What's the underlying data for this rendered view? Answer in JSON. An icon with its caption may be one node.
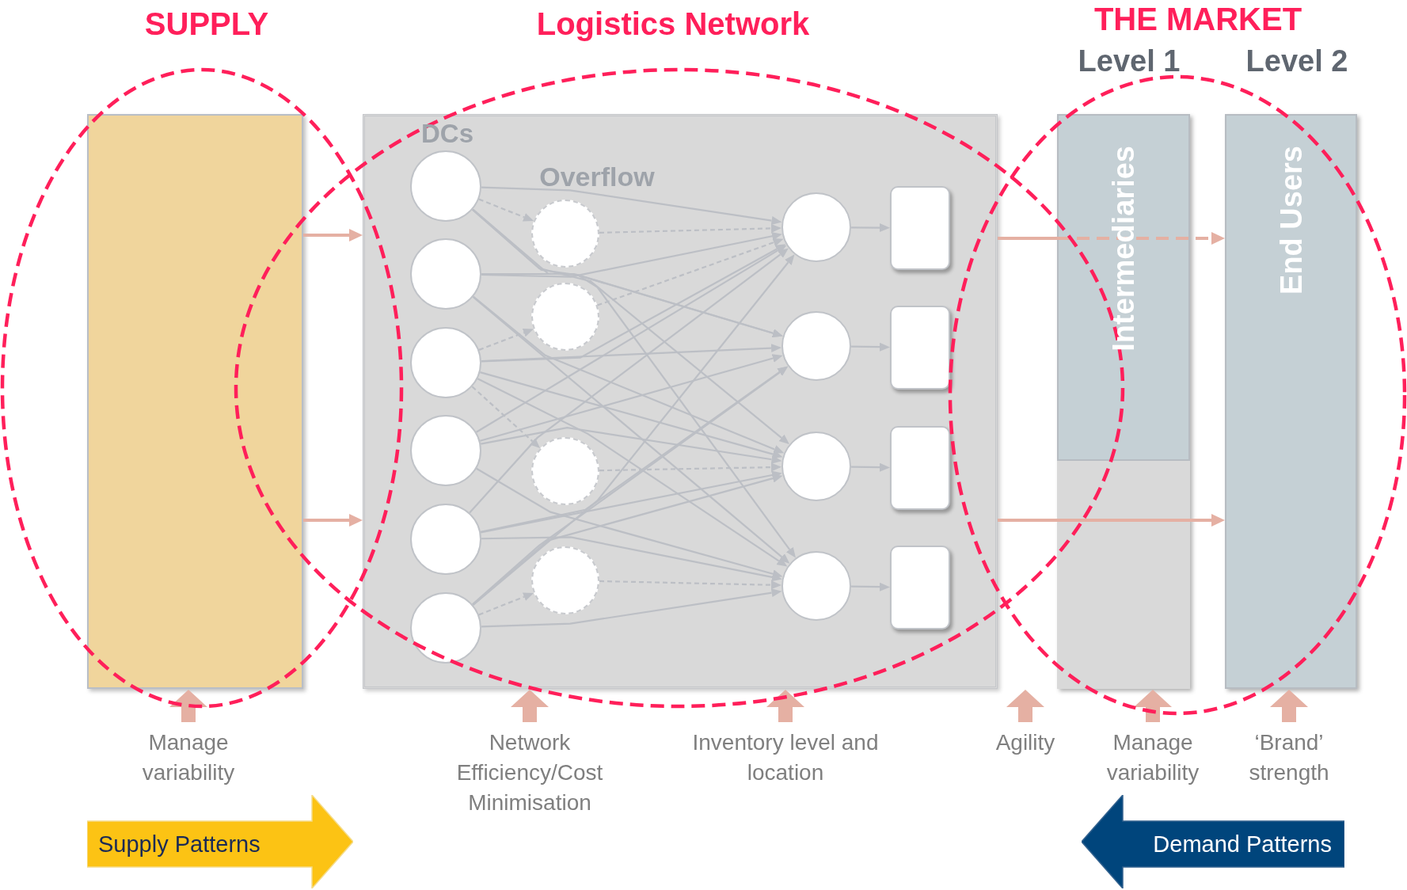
{
  "diagram": {
    "nodes": [
      {
        "text": [],
        "shape": "box"
      },
      {
        "text": [],
        "shape": "box"
      },
      {
        "text": [],
        "shape": "circle",
        "in": 1
      },
      {
        "text": [],
        "shape": "circle",
        "in": 1
      },
      {
        "text": [],
        "shape": "circle",
        "in": 1
      },
      {
        "text": [],
        "shape": "circle",
        "in": 1
      },
      {
        "text": [],
        "shape": "circle",
        "in": 1
      },
      {
        "text": [],
        "shape": "circle",
        "in": 1
      },
      {
        "text": [],
        "shape": "circle",
        "in": 1
      },
      {
        "text": [],
        "shape": "circle",
        "in": 1
      },
      {
        "text": [],
        "shape": "circle",
        "in": 1
      },
      {
        "text": [],
        "shape": "circle",
        "in": 1
      },
      {
        "text": [],
        "shape": "circle",
        "in": 1
      },
      {
        "text": [],
        "shape": "circle",
        "in": 1
      },
      {
        "text": [],
        "shape": "circle",
        "in": 1
      },
      {
        "text": [],
        "shape": "circle",
        "in": 1
      },
      {
        "text": [],
        "shape": "box",
        "in": 1
      },
      {
        "text": [],
        "shape": "box",
        "in": 1
      },
      {
        "text": [],
        "shape": "box",
        "in": 1
      },
      {
        "text": [],
        "shape": "box",
        "in": 1
      },
      {
        "text": [
          "Intermediaries"
        ]
      },
      {
        "text": [],
        "shape": "box",
        "in": 20
      },
      {
        "text": [
          "End Users"
        ]
      },
      {
        "text": [
          "Manage variability"
        ]
      },
      {
        "text": [
          "Network Efficiency/Cost Minimisation"
        ]
      },
      {
        "text": [
          "Inventory level and location"
        ]
      },
      {
        "text": [
          "Agility"
        ]
      },
      {
        "text": [
          "Manage variability"
        ]
      },
      {
        "text": [
          "‘Brand’ strength"
        ]
      },
      {
        "text": [
          "Supply Patterns"
        ]
      },
      {
        "text": [
          "Demand Patterns"
        ]
      }
    ],
    "edges": [
      {
        "from": 0,
        "to": 1,
        "arrow": "to",
        "color": "#e5b0a3"
      },
      {
        "from": 0,
        "to": 1,
        "arrow": "to",
        "color": "#e5b0a3"
      },
      {
        "from": 1,
        "to": 20,
        "arrow": "none",
        "color": "#e5b0a3"
      },
      {
        "from": 20,
        "to": 22,
        "arrow": "to",
        "style": "dashed",
        "color": "#e5b0a3"
      },
      {
        "from": 1,
        "to": 21,
        "arrow": "none",
        "color": "#e5b0a3"
      },
      {
        "from": 21,
        "to": 22,
        "arrow": "to",
        "color": "#e5b0a3"
      },
      {
        "from": 2,
        "to": 12,
        "arrow": "to"
      },
      {
        "from": 2,
        "to": 13,
        "arrow": "to"
      },
      {
        "from": 2,
        "to": 14,
        "arrow": "to"
      },
      {
        "from": 2,
        "to": 15,
        "arrow": "to"
      },
      {
        "from": 3,
        "to": 12,
        "arrow": "to"
      },
      {
        "from": 3,
        "to": 13,
        "arrow": "to"
      },
      {
        "from": 3,
        "to": 14,
        "arrow": "to"
      },
      {
        "from": 3,
        "to": 15,
        "arrow": "to"
      },
      {
        "from": 4,
        "to": 12,
        "arrow": "to"
      },
      {
        "from": 4,
        "to": 13,
        "arrow": "to"
      },
      {
        "from": 4,
        "to": 14,
        "arrow": "to"
      },
      {
        "from": 4,
        "to": 15,
        "arrow": "to"
      },
      {
        "from": 5,
        "to": 12,
        "arrow": "to"
      },
      {
        "from": 5,
        "to": 13,
        "arrow": "to"
      },
      {
        "from": 5,
        "to": 14,
        "arrow": "to"
      },
      {
        "from": 5,
        "to": 15,
        "arrow": "to"
      },
      {
        "from": 6,
        "to": 12,
        "arrow": "to"
      },
      {
        "from": 6,
        "to": 13,
        "arrow": "to"
      },
      {
        "from": 6,
        "to": 14,
        "arrow": "to"
      },
      {
        "from": 6,
        "to": 15,
        "arrow": "to"
      },
      {
        "from": 7,
        "to": 12,
        "arrow": "to"
      },
      {
        "from": 7,
        "to": 13,
        "arrow": "to"
      },
      {
        "from": 7,
        "to": 14,
        "arrow": "to"
      },
      {
        "from": 7,
        "to": 15,
        "arrow": "to"
      },
      {
        "from": 2,
        "to": 8,
        "arrow": "to",
        "style": "dashed"
      },
      {
        "from": 4,
        "to": 9,
        "arrow": "to",
        "style": "dashed"
      },
      {
        "from": 4,
        "to": 10,
        "arrow": "to",
        "style": "dashed"
      },
      {
        "from": 7,
        "to": 11,
        "arrow": "to",
        "style": "dashed"
      },
      {
        "from": 8,
        "to": 12,
        "arrow": "to",
        "style": "dashed"
      },
      {
        "from": 9,
        "to": 12,
        "arrow": "to",
        "style": "dashed"
      },
      {
        "from": 10,
        "to": 14,
        "arrow": "to",
        "style": "dashed"
      },
      {
        "from": 11,
        "to": 15,
        "arrow": "to",
        "style": "dashed"
      },
      {
        "from": 12,
        "to": 16,
        "arrow": "to"
      },
      {
        "from": 13,
        "to": 17,
        "arrow": "to"
      },
      {
        "from": 14,
        "to": 18,
        "arrow": "to"
      },
      {
        "from": 15,
        "to": 19,
        "arrow": "to"
      },
      {
        "from": 23,
        "to": 0,
        "arrow": "to",
        "style": "thick",
        "color": "#e5b0a3"
      },
      {
        "from": 24,
        "to": 1,
        "arrow": "to",
        "style": "thick",
        "color": "#e5b0a3"
      },
      {
        "from": 25,
        "to": 1,
        "arrow": "to",
        "style": "thick",
        "color": "#e5b0a3"
      },
      {
        "from": 26,
        "to": 21,
        "arrow": "to",
        "style": "thick",
        "color": "#e5b0a3"
      },
      {
        "from": 27,
        "to": 20,
        "arrow": "to",
        "style": "thick",
        "color": "#e5b0a3"
      },
      {
        "from": 28,
        "to": 22,
        "arrow": "to",
        "style": "thick",
        "color": "#e5b0a3"
      }
    ],
    "labels": [
      "SUPPLY",
      "Logistics Network",
      "THE MARKET",
      "Level 1",
      "Level 2",
      "DCs",
      "Overflow"
    ]
  }
}
